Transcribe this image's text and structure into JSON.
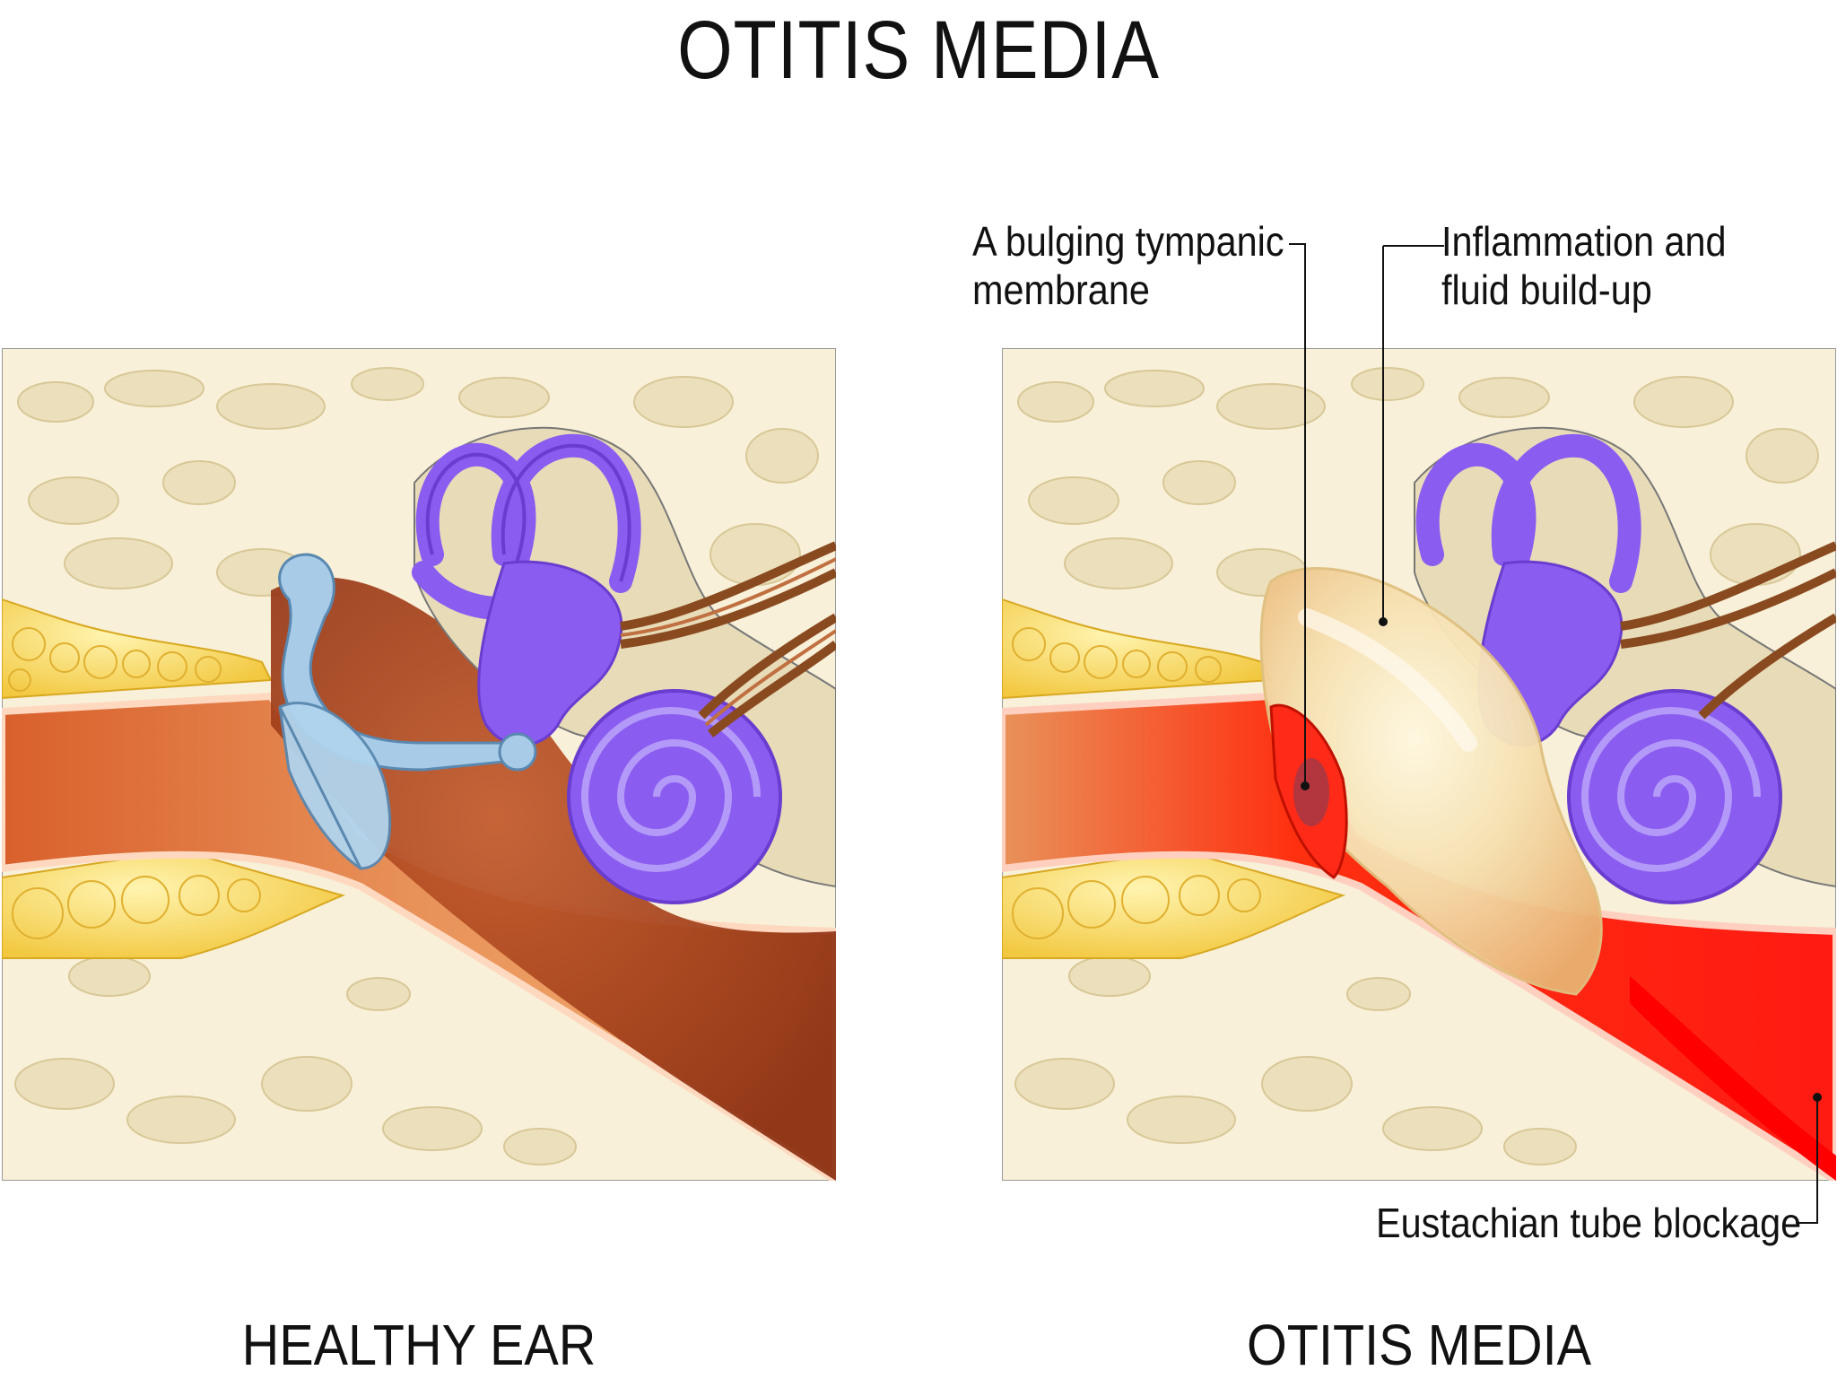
{
  "title": "OTITIS MEDIA",
  "panels": [
    {
      "caption": "HEALTHY EAR"
    },
    {
      "caption": "OTITIS MEDIA"
    }
  ],
  "callouts": {
    "tympanic": [
      "A bulging tympanic",
      "membrane"
    ],
    "inflammation": [
      "Inflammation and",
      "fluid build-up"
    ],
    "eustachian": "Eustachian tube blockage"
  },
  "colors": {
    "bone": "#f8f0d8",
    "bone_spot": "#ece0bc",
    "canal": "#e8925a",
    "fat": "#f6d866",
    "inner_ear": "#8a5cf0",
    "ossicles": "#a8cce8",
    "inflamed": "#ff1a12",
    "fluid": "#f5dfae"
  }
}
